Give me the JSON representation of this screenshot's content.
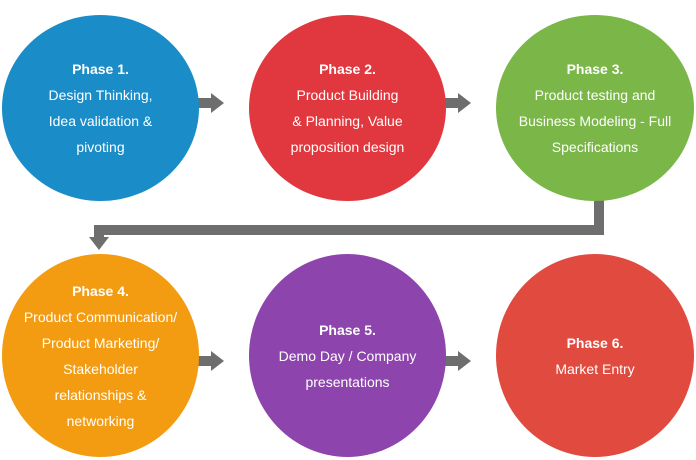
{
  "colors": {
    "phase1": "#1a8cc8",
    "phase2": "#e0383e",
    "phase3": "#7ab648",
    "phase4": "#f39c12",
    "phase5": "#8e44ad",
    "phase6": "#e04a3f",
    "arrow": "#6e6e6e"
  },
  "phases": [
    {
      "title": "Phase 1.",
      "lines": [
        "Design Thinking,",
        "Idea validation &",
        "pivoting"
      ]
    },
    {
      "title": "Phase 2.",
      "lines": [
        "Product Building",
        "& Planning, Value",
        "proposition design"
      ]
    },
    {
      "title": "Phase 3.",
      "lines": [
        "Product testing and",
        "Business Modeling - Full",
        "Specifications"
      ]
    },
    {
      "title": "Phase 4.",
      "lines": [
        "Product Communication/",
        "Product Marketing/",
        "Stakeholder",
        "relationships &",
        "networking"
      ]
    },
    {
      "title": "Phase 5.",
      "lines": [
        "Demo Day / Company",
        "presentations"
      ]
    },
    {
      "title": "Phase 6.",
      "lines": [
        "Market Entry"
      ]
    }
  ]
}
